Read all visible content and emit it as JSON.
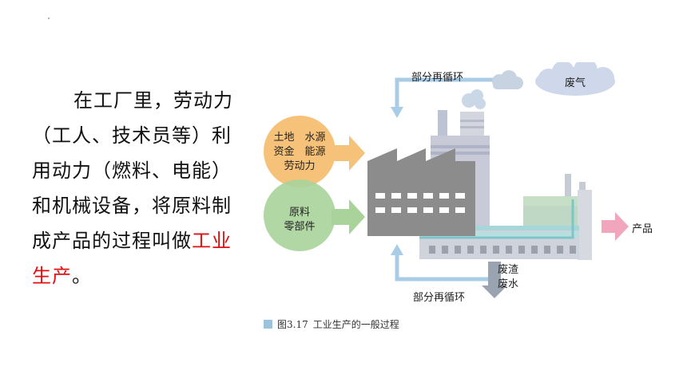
{
  "paragraph": {
    "line1": "在工厂里，劳动力",
    "line2": "（工人、技术员等）利",
    "line3": "用动力（燃料、电能）",
    "line4": "和机械设备，将原料制",
    "line5_plain": "成产品的过程叫做",
    "line5_highlight": "工业",
    "line6_highlight": "生产",
    "line6_tail": "。",
    "highlight_color": "#e01010"
  },
  "diagram": {
    "inputs_top_line1": "土地　水源",
    "inputs_top_line2": "资金　能源",
    "inputs_top_line3": "劳动力",
    "inputs_bottom_line1": "原料",
    "inputs_bottom_line2": "零部件",
    "recycle_top": "部分再循环",
    "waste_gas": "废气",
    "product": "产品",
    "waste_line1": "废渣",
    "waste_line2": "废水",
    "recycle_bottom": "部分再循环",
    "colors": {
      "input_top": "#f6c27a",
      "input_bottom": "#a9d39a",
      "product_arrow": "#f2a6bd",
      "recycle_arrow": "#a9cde6",
      "factory": "#8c8c8c"
    }
  },
  "caption": {
    "figure_no": "图3.17",
    "title": "工业生产的一般过程"
  }
}
